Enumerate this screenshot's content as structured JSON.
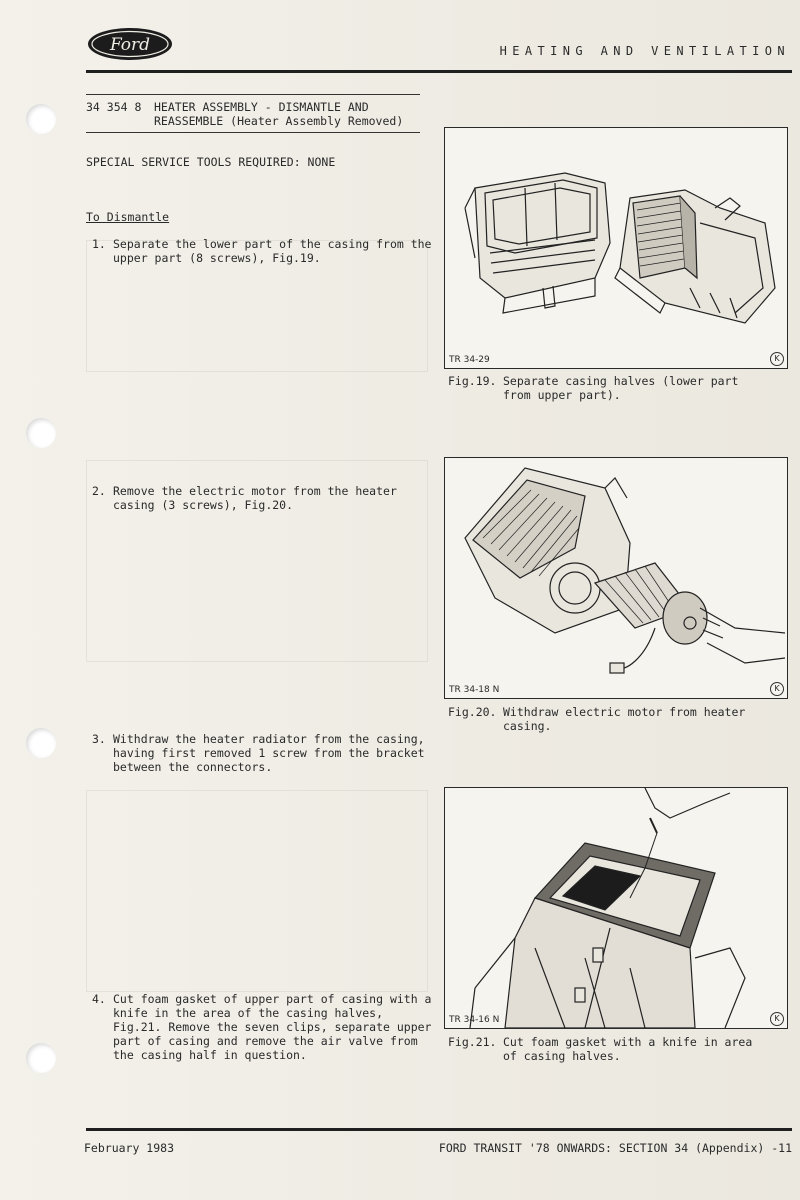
{
  "header": {
    "logo_text": "Ford",
    "title": "HEATING AND VENTILATION"
  },
  "section": {
    "number": "34 354 8",
    "title": "HEATER ASSEMBLY - DISMANTLE AND REASSEMBLE (Heater Assembly Removed)"
  },
  "special_tools": "SPECIAL SERVICE TOOLS REQUIRED: NONE",
  "subheading": "To Dismantle",
  "steps": [
    {
      "num": "1.",
      "text": "Separate the lower part of the casing from the upper part (8 screws), Fig.19."
    },
    {
      "num": "2.",
      "text": "Remove the electric motor from the heater casing (3 screws), Fig.20."
    },
    {
      "num": "3.",
      "text": "Withdraw the heater radiator from the casing, having first removed 1 screw from the bracket between the connectors."
    },
    {
      "num": "4.",
      "text": "Cut foam gasket of upper part of casing with a knife in the area of the casing halves, Fig.21.  Remove the seven clips, separate upper part of casing and remove the air valve from the casing half in question."
    }
  ],
  "figures": [
    {
      "ref": "TR 34-29",
      "mark": "K",
      "num": "Fig.19.",
      "caption": "Separate casing halves (lower part from upper part)."
    },
    {
      "ref": "TR 34-18 N",
      "mark": "K",
      "num": "Fig.20.",
      "caption": "Withdraw electric motor from heater casing."
    },
    {
      "ref": "TR 34-16 N",
      "mark": "K",
      "num": "Fig.21.",
      "caption": "Cut foam gasket with a knife in area of casing halves."
    }
  ],
  "footer": {
    "date": "February 1983",
    "publication": "FORD TRANSIT '78 ONWARDS: SECTION 34 (Appendix) -11"
  }
}
